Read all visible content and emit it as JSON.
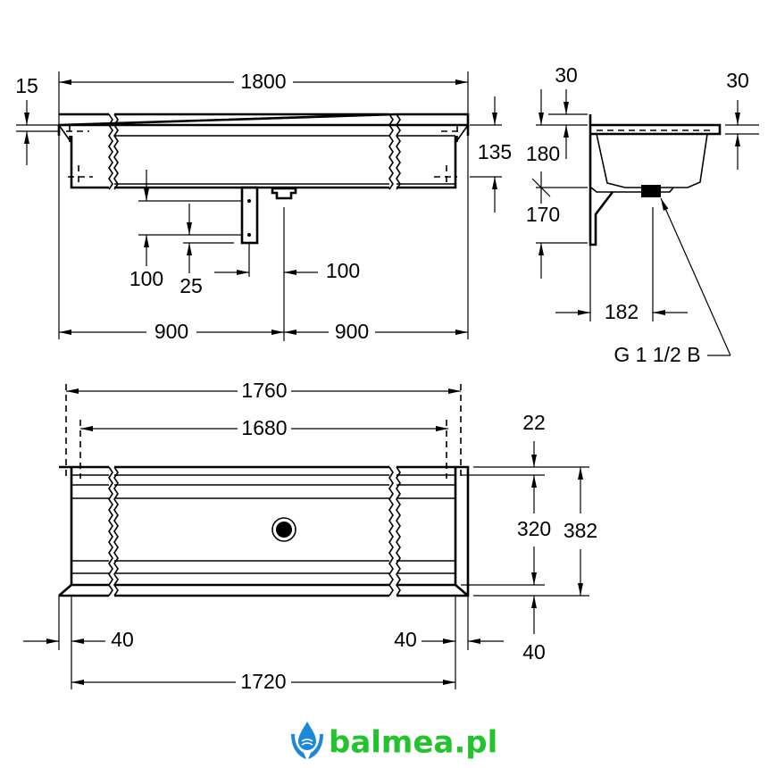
{
  "front_view": {
    "overall_width": "1800",
    "rim_height": "15",
    "depth_front": "135",
    "hanger_offset": "100",
    "hanger_hole": "25",
    "hanger_to_drain": "100",
    "half_left": "900",
    "half_right": "900"
  },
  "side_view": {
    "rim_left": "30",
    "rim_right": "30",
    "height_upper": "180",
    "height_lower": "170",
    "drain_offset": "182",
    "drain_thread": "G 1 1/2 B"
  },
  "plan_view": {
    "outer_width": "1760",
    "inner_width": "1680",
    "bottom_width": "1720",
    "top_margin": "22",
    "inner_depth": "320",
    "overall_depth": "382",
    "bottom_margin": "40",
    "left_margin": "40",
    "right_margin": "40"
  },
  "logo": {
    "text": "balmea.pl",
    "brand_color": "#22c32e",
    "drop_color": "#1e88d8"
  }
}
